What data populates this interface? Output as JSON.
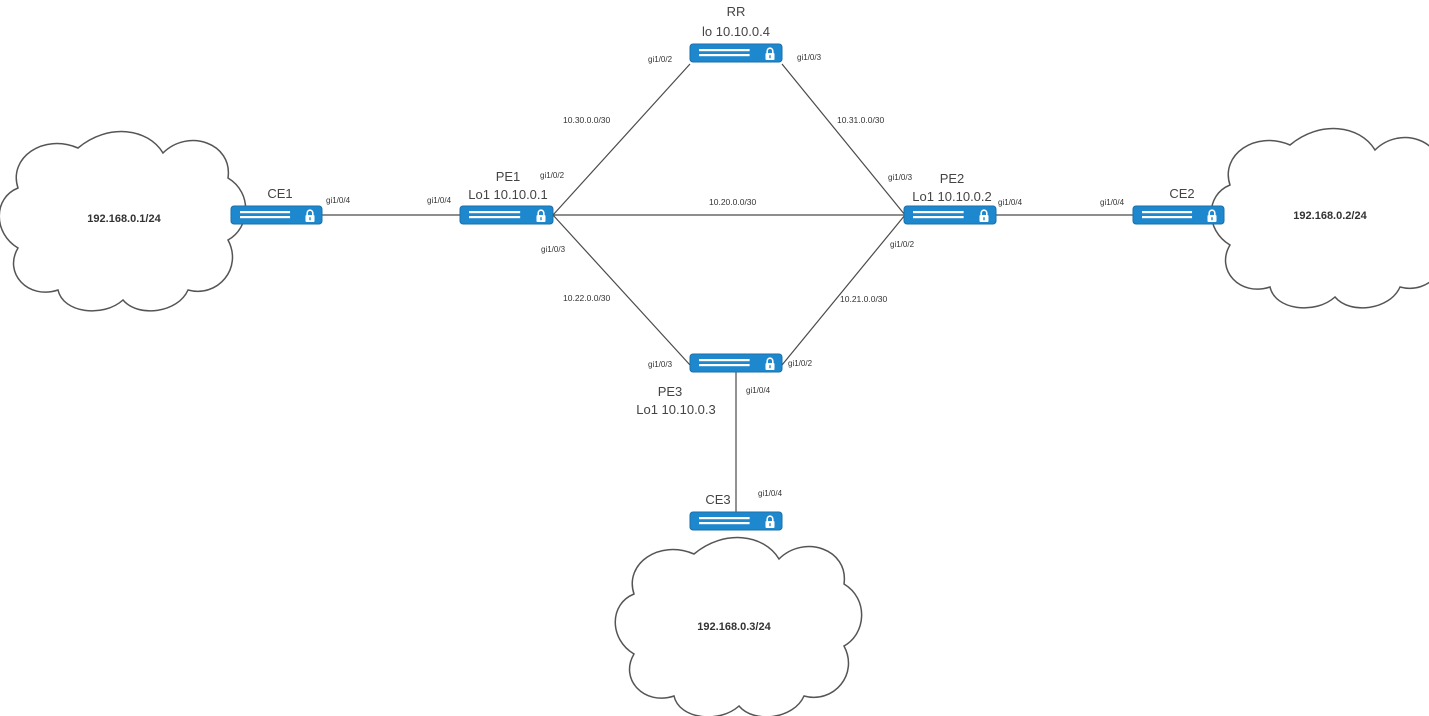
{
  "colors": {
    "device": "#1e88cf",
    "line": "#4a4a4a",
    "cloud_stroke": "#555555"
  },
  "devices": [
    {
      "id": "rr",
      "icon": "router-lock-icon",
      "name": "RR",
      "loopback": "lo 10.10.0.4"
    },
    {
      "id": "pe1",
      "icon": "router-lock-icon",
      "name": "PE1",
      "loopback": "Lo1 10.10.0.1"
    },
    {
      "id": "pe2",
      "icon": "router-lock-icon",
      "name": "PE2",
      "loopback": "Lo1 10.10.0.2"
    },
    {
      "id": "pe3",
      "icon": "router-lock-icon",
      "name": "PE3",
      "loopback": "Lo1 10.10.0.3"
    },
    {
      "id": "ce1",
      "icon": "router-lock-icon",
      "name": "CE1"
    },
    {
      "id": "ce2",
      "icon": "router-lock-icon",
      "name": "CE2"
    },
    {
      "id": "ce3",
      "icon": "router-lock-icon",
      "name": "CE3"
    }
  ],
  "clouds": [
    {
      "id": "cloud1",
      "icon": "cloud-icon",
      "label": "192.168.0.1/24"
    },
    {
      "id": "cloud2",
      "icon": "cloud-icon",
      "label": "192.168.0.2/24"
    },
    {
      "id": "cloud3",
      "icon": "cloud-icon",
      "label": "192.168.0.3/24"
    }
  ],
  "links": [
    {
      "from": "ce1",
      "to": "pe1",
      "from_port": "gi1/0/4",
      "to_port": "gi1/0/4"
    },
    {
      "from": "pe1",
      "to": "rr",
      "from_port": "gi1/0/2",
      "to_port": "gi1/0/2",
      "subnet": "10.30.0.0/30"
    },
    {
      "from": "rr",
      "to": "pe2",
      "from_port": "gi1/0/3",
      "to_port": "gi1/0/3",
      "subnet": "10.31.0.0/30"
    },
    {
      "from": "pe1",
      "to": "pe2",
      "subnet": "10.20.0.0/30"
    },
    {
      "from": "pe1",
      "to": "pe3",
      "from_port": "gi1/0/3",
      "to_port": "gi1/0/3",
      "subnet": "10.22.0.0/30"
    },
    {
      "from": "pe2",
      "to": "pe3",
      "from_port": "gi1/0/2",
      "to_port": "gi1/0/2",
      "subnet": "10.21.0.0/30"
    },
    {
      "from": "pe2",
      "to": "ce2",
      "from_port": "gi1/0/4",
      "to_port": "gi1/0/4"
    },
    {
      "from": "pe3",
      "to": "ce3",
      "from_port": "gi1/0/4",
      "to_port": "gi1/0/4"
    }
  ]
}
